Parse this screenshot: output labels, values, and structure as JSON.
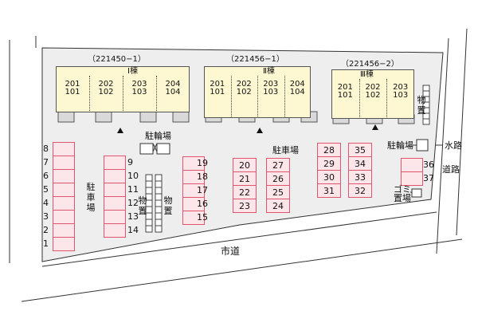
{
  "buildings": [
    {
      "code": "（221450−1）",
      "name": "Ⅰ棟",
      "rooms": [
        [
          "201",
          "101"
        ],
        [
          "202",
          "102"
        ],
        [
          "203",
          "103"
        ],
        [
          "204",
          "104"
        ]
      ]
    },
    {
      "code": "（221456−1）",
      "name": "Ⅱ棟",
      "rooms": [
        [
          "201",
          "101"
        ],
        [
          "202",
          "102"
        ],
        [
          "203",
          "103"
        ],
        [
          "204",
          "104"
        ]
      ]
    },
    {
      "code": "（221456−2）",
      "name": "Ⅲ棟",
      "rooms": [
        [
          "201",
          "101"
        ],
        [
          "202",
          "102"
        ],
        [
          "203",
          "103"
        ]
      ]
    }
  ],
  "labels": {
    "bike_parking_center": "駐輪場",
    "bike_parking_right": "駐輪場",
    "parking_left": "駐車場",
    "parking_center": "駐車場",
    "storage_a": "物置",
    "storage_b": "物置",
    "storage_c": "物置",
    "garbage": "ゴミ置場",
    "waterway": "水路",
    "road_right": "道路",
    "city_road": "市道"
  },
  "parking": {
    "col_left": [
      "8",
      "7",
      "6",
      "5",
      "4",
      "3",
      "2",
      "1"
    ],
    "col_b_labels": [
      "9",
      "10",
      "11",
      "12",
      "13",
      "14"
    ],
    "col_c": [
      "19",
      "18",
      "17",
      "16",
      "15"
    ],
    "col_d": [
      "20",
      "21",
      "22",
      "23"
    ],
    "col_e": [
      "27",
      "26",
      "25",
      "24"
    ],
    "col_f": [
      "28",
      "29",
      "30",
      "31"
    ],
    "col_g": [
      "35",
      "34",
      "33",
      "32"
    ],
    "col_h": [
      "36",
      "37"
    ]
  }
}
